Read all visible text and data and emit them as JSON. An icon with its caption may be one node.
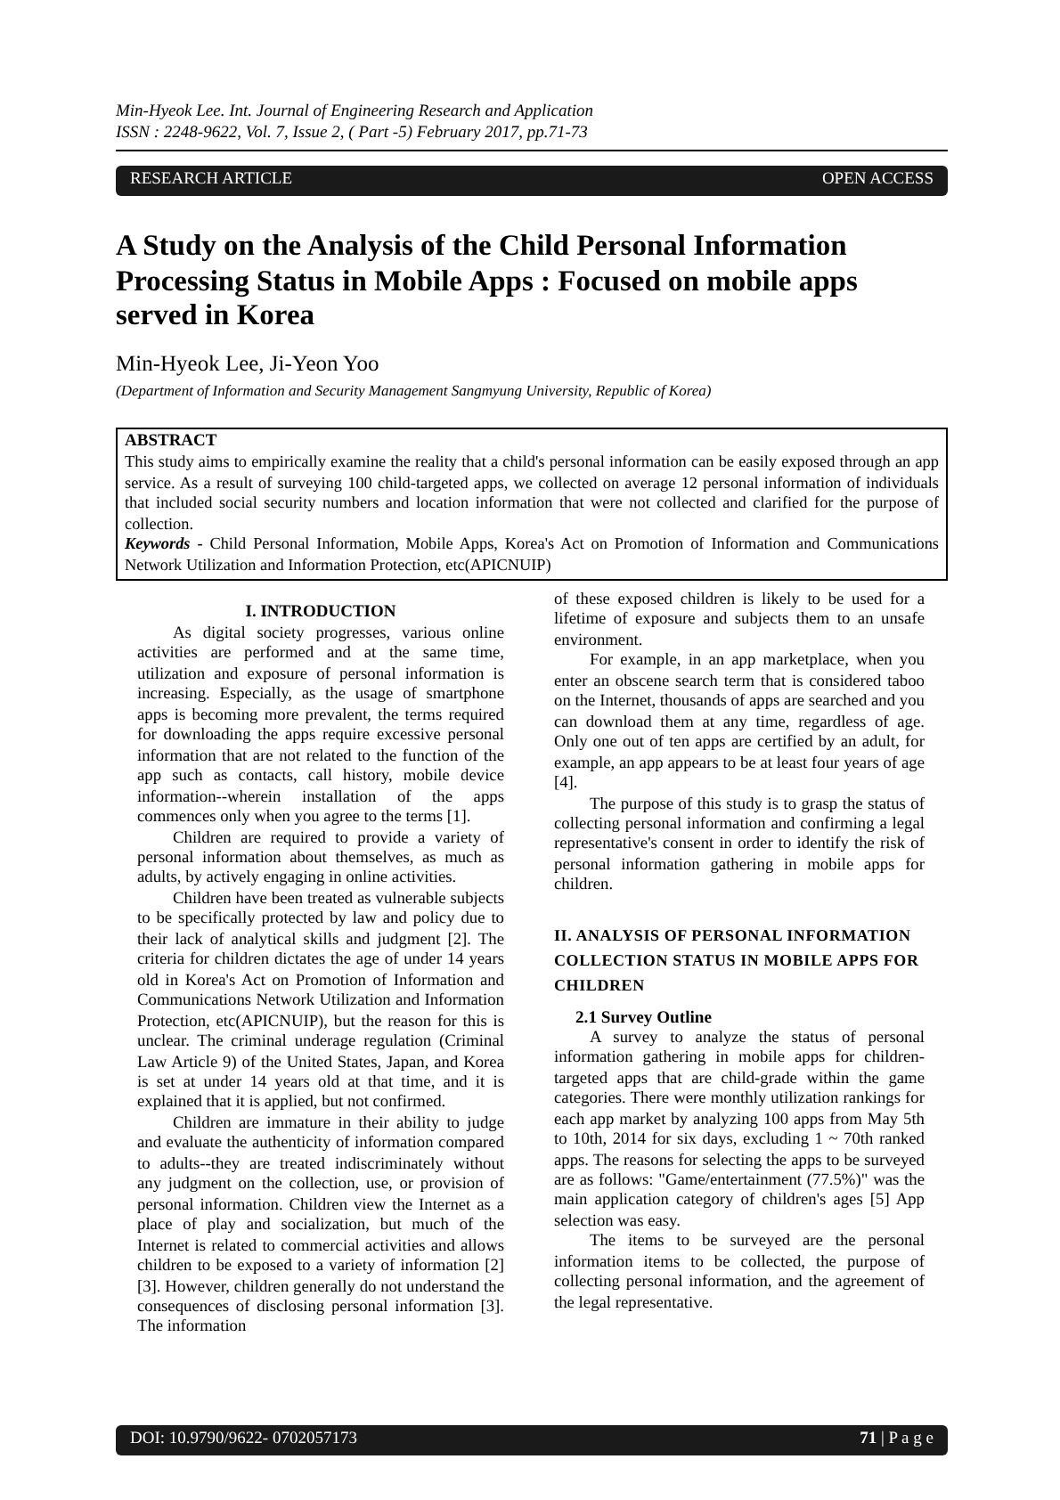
{
  "diagram": {
    "title": "A Study on the Analysis of the Child Personal Information Processing Status in Mobile Apps : Focused on mobile apps served in Korea",
    "nodes": [
      {
        "text": [
          "RESEARCH ARTICLE",
          "OPEN ACCESS"
        ]
      },
      {
        "text": [
          "ABSTRACT",
          "This study aims to empirically examine the reality that a child's personal information can be easily exposed through an app service. As a result of surveying 100 child-targeted apps, we collected on average 12 personal information of individuals that included social security numbers and location information that were not collected and clarified for the purpose of collection.",
          "***Keywords* -** Child Personal Information, Mobile Apps, Korea's Act on Promotion of Information and Communications Network Utilization and Information Protection, etc(APICNUIP)"
        ]
      },
      {
        "text": [
          "DOI: 10.9790/9622- 0702057173",
          "**71** | P a g e"
        ]
      }
    ],
    "labels": [
      "Min-Hyeok Lee. Int. Journal of Engineering Research and Application",
      "ISSN : 2248-9622, Vol. 7, Issue 2, ( Part -5) February 2017, pp.71-73",
      "Min-Hyeok Lee, Ji-Yeon Yoo",
      "(Department of Information and Security Management Sangmyung University, Republic of Korea)",
      "I. INTRODUCTION",
      "As digital society progresses, various online activities are performed and at the same time, utilization and exposure of personal information is increasing. Especially, as the usage of smartphone apps is becoming more prevalent, the terms required for downloading the apps require excessive personal information that are not related to the function of the app such as contacts, call history, mobile device information--wherein installation of the apps commences only when you agree to the terms [1].",
      "Children are required to provide a variety of personal information about themselves, as much as adults, by actively engaging in online activities.",
      "Children have been treated as vulnerable subjects to be specifically protected by law and policy due to their lack of analytical skills and judgment [2]. The criteria for children dictates the age of under 14 years old in Korea's Act on Promotion of Information and Communications Network Utilization and Information Protection, etc(APICNUIP), but the reason for this is unclear. The criminal underage regulation (Criminal Law Article 9) of the United States, Japan, and Korea is set at under 14 years old at that time, and it is explained that it is applied, but not confirmed.",
      "Children are immature in their ability to judge and evaluate the authenticity of information compared to adults--they are treated indiscriminately without any judgment on the collection, use, or provision of personal information. Children view the Internet as a place of play and socialization, but much of the Internet is related to commercial activities and allows children to be exposed to a variety of information [2] [3]. However, children generally do not understand the consequences of disclosing personal information [3]. The information",
      "of these exposed children is likely to be used for a lifetime of exposure and subjects them to an unsafe environment.",
      "For example, in an app marketplace, when you enter an obscene search term that is considered taboo on the Internet, thousands of apps are searched and you can download them at any time, regardless of age. Only one out of ten apps are certified by an adult, for example, an app appears to be at least four years of age [4].",
      "The purpose of this study is to grasp the status of collecting personal information and confirming a legal representative's consent in order to identify the risk of personal information gathering in mobile apps for children.",
      "II. ANALYSIS OF PERSONAL INFORMATION COLLECTION STATUS IN MOBILE APPS FOR CHILDREN",
      "2.1 Survey Outline",
      "A survey to analyze the status of personal information gathering in mobile apps for children-targeted apps that are child-grade within the game categories. There were monthly utilization rankings for each app market by analyzing 100 apps from May 5th to 10th, 2014 for six days, excluding 1 ~ 70th ranked apps. The reasons for selecting the apps to be surveyed are as follows: \"Game/entertainment (77.5%)\" was the main application category of children's ages [5] App selection was easy.",
      "The items to be surveyed are the personal information items to be collected, the purpose of collecting personal information, and the agreement of the legal representative."
    ]
  }
}
